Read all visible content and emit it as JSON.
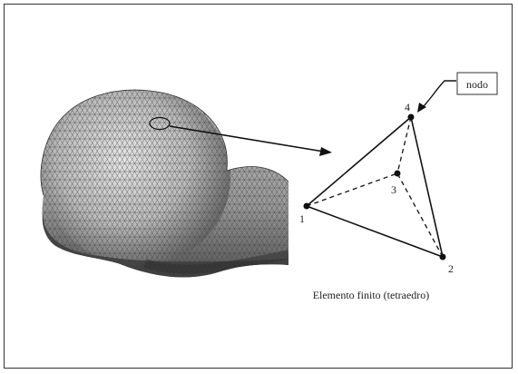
{
  "diagram": {
    "callout_label": "nodo",
    "caption": "Elemento finito (tetraedro)",
    "nodes": [
      {
        "id": "1",
        "label": "1"
      },
      {
        "id": "2",
        "label": "2"
      },
      {
        "id": "3",
        "label": "3"
      },
      {
        "id": "4",
        "label": "4"
      }
    ],
    "colors": {
      "line": "#1a1a1a",
      "mesh": "#444444",
      "bone_light": "#d4d4d4",
      "bone_dark": "#5a5a5a"
    }
  }
}
